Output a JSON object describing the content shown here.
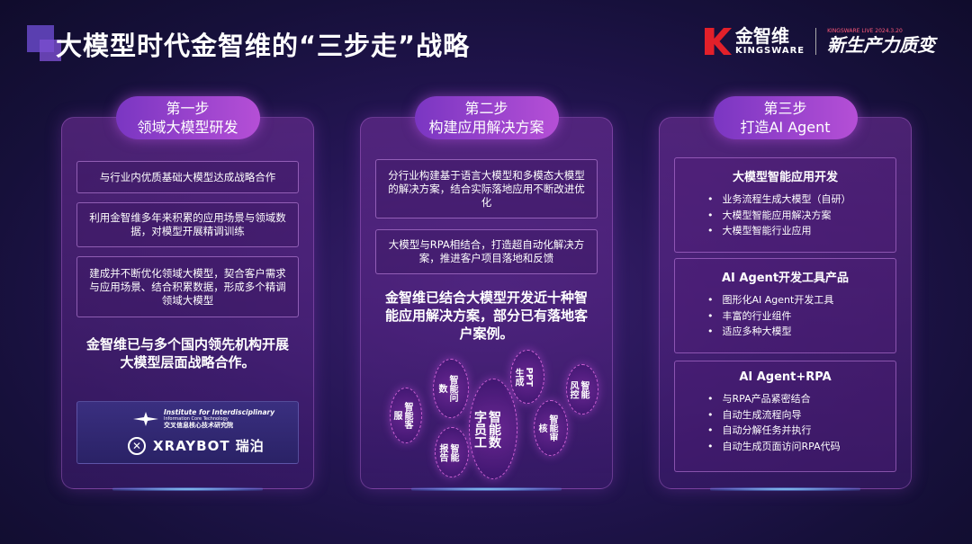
{
  "header": {
    "title": "大模型时代金智维的“三步走”战略",
    "brand_cn": "金智维",
    "brand_en": "KINGSWARE",
    "slogan_date": "KINGSWARE LIVE 2024.3.20",
    "slogan": "新生产力质变"
  },
  "step1": {
    "pill_line1": "第一步",
    "pill_line2": "领域大模型研发",
    "boxes": [
      "与行业内优质基础大模型达成战略合作",
      "利用金智维多年来积累的应用场景与领域数据，对模型开展精调训练",
      "建成并不断优化领域大模型，契合客户需求与应用场景、结合积累数据，形成多个精调领域大模型"
    ],
    "statement": "金智维已与多个国内领先机构开展大模型层面战略合作。",
    "partner1_en": "Institute for Interdisciplinary",
    "partner1_sub": "Information Core Technology",
    "partner1_cn": "交叉信息核心技术研究院",
    "partner2": "XRAYBOT 瑞泊"
  },
  "step2": {
    "pill_line1": "第二步",
    "pill_line2": "构建应用解决方案",
    "boxes": [
      "分行业构建基于语言大模型和多模态大模型的解决方案，结合实际落地应用不断改进优化",
      "大模型与RPA相结合，打造超自动化解决方案，推进客户项目落地和反馈"
    ],
    "statement": "金智维已结合大模型开发近十种智能应用解决方案，部分已有落地客户案例。",
    "bubbles": [
      "智能客服",
      "智能问数",
      "智能数字员工",
      "PPT生成",
      "智能审核",
      "智能风控",
      "智能报告"
    ]
  },
  "step3": {
    "pill_line1": "第三步",
    "pill_line2": "打造AI Agent",
    "sections": [
      {
        "title": "大模型智能应用开发",
        "items": [
          "业务流程生成大模型（自研）",
          "大模型智能应用解决方案",
          "大模型智能行业应用"
        ]
      },
      {
        "title": "AI Agent开发工具产品",
        "items": [
          "图形化AI Agent开发工具",
          "丰富的行业组件",
          "适应多种大模型"
        ]
      },
      {
        "title": "AI Agent+RPA",
        "items": [
          "与RPA产品紧密结合",
          "自动生成流程向导",
          "自动分解任务并执行",
          "自动生成页面访问RPA代码"
        ]
      }
    ]
  }
}
